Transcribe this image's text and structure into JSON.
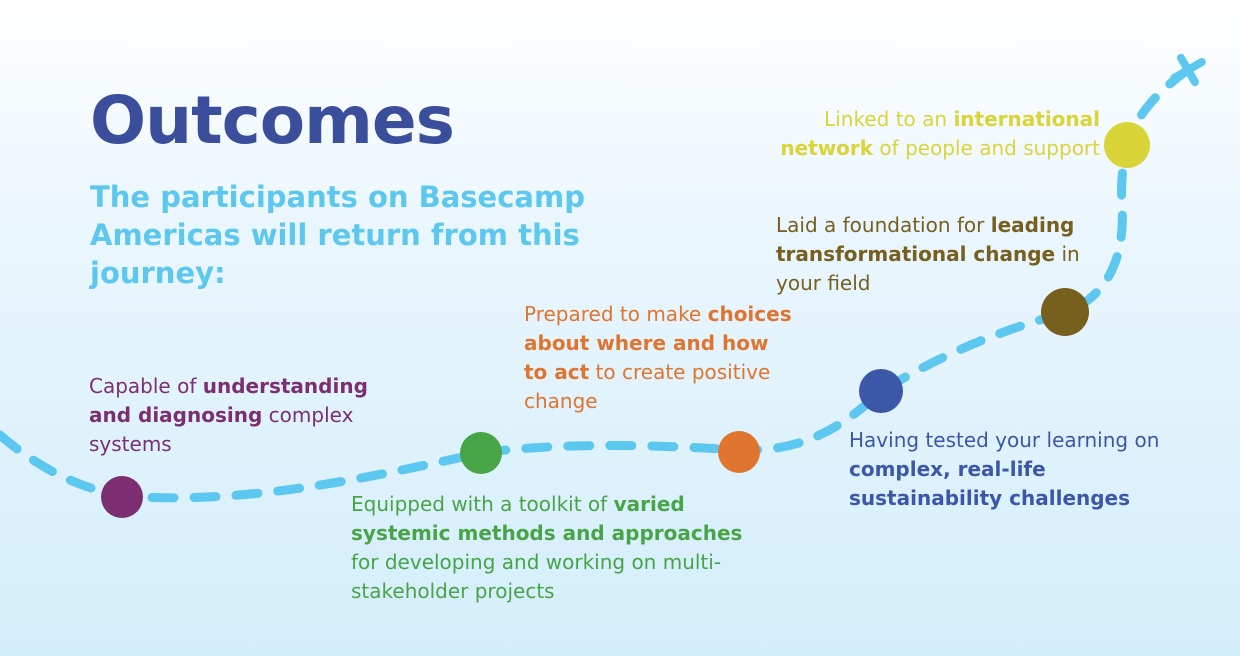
{
  "title": "Outcomes",
  "subtitle": "The participants on Basecamp Americas will return from this journey:",
  "colors": {
    "title": "#3a4e9c",
    "subtitle": "#5cc8ef",
    "path": "#5cc8ef",
    "bg_top": "#ffffff",
    "bg_bottom": "#d3eefb"
  },
  "outcomes": [
    {
      "color": "#7b2f72",
      "parts": [
        {
          "text": "Capable of ",
          "bold": false
        },
        {
          "text": "understanding and diagnosing",
          "bold": true
        },
        {
          "text": " complex systems",
          "bold": false
        }
      ]
    },
    {
      "color": "#48a547",
      "parts": [
        {
          "text": "Equipped with a toolkit of ",
          "bold": false
        },
        {
          "text": "varied systemic methods and approaches",
          "bold": true
        },
        {
          "text": " for developing and working on multi-stakeholder projects",
          "bold": false
        }
      ]
    },
    {
      "color": "#e0752f",
      "parts": [
        {
          "text": "Prepared to make ",
          "bold": false
        },
        {
          "text": "choices about where and how to act",
          "bold": true
        },
        {
          "text": " to create positive change",
          "bold": false
        }
      ]
    },
    {
      "color": "#3c57a8",
      "parts": [
        {
          "text": "Having tested your learning on ",
          "bold": false
        },
        {
          "text": "complex, real-life sustainability challenges",
          "bold": true
        }
      ]
    },
    {
      "color": "#775f1e",
      "parts": [
        {
          "text": "Laid a foundation for ",
          "bold": false
        },
        {
          "text": "leading transformational change",
          "bold": true
        },
        {
          "text": " in your field",
          "bold": false
        }
      ]
    },
    {
      "color": "#d9d538",
      "parts": [
        {
          "text": "Linked to an ",
          "bold": false
        },
        {
          "text": "international network",
          "bold": true
        },
        {
          "text": " of people and support",
          "bold": false
        }
      ]
    }
  ],
  "icons": {
    "path_end": "airplane-icon"
  }
}
